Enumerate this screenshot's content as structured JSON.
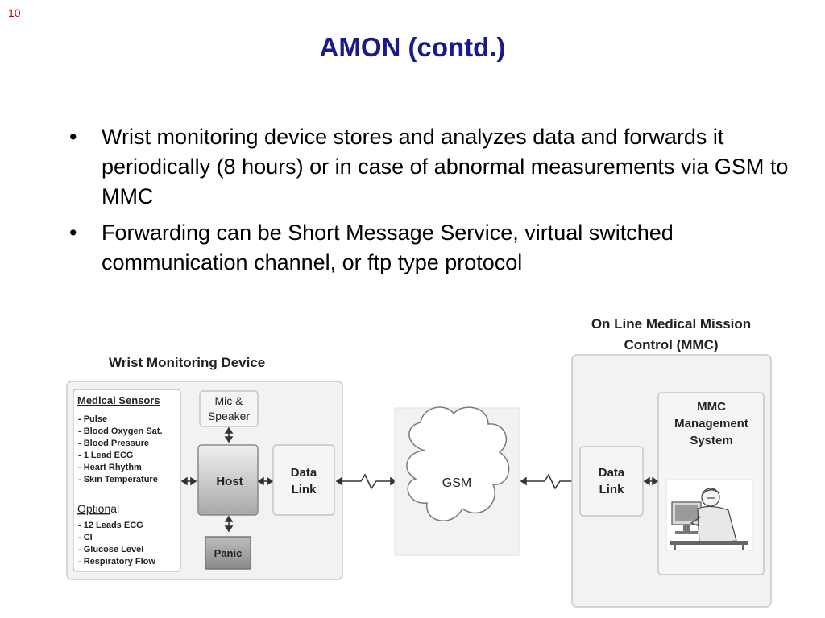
{
  "slide_number": "10",
  "title": "AMON (contd.)",
  "bullets": [
    "Wrist monitoring device stores and analyzes data and forwards it periodically (8 hours) or in case of abnormal measurements via GSM to MMC",
    "Forwarding can be Short Message Service, virtual switched communication channel, or ftp type protocol"
  ],
  "bullet_symbol": "•",
  "diagram": {
    "wmd_title": "Wrist Monitoring Device",
    "sensors_heading": "Medical Sensors",
    "sensors": [
      "- Pulse",
      "- Blood Oxygen Sat.",
      "- Blood Pressure",
      "- 1 Lead ECG",
      "- Heart Rhythm",
      "- Skin Temperature"
    ],
    "optional_heading_underlined": "Option",
    "optional_heading_rest": "al",
    "optional": [
      "- 12 Leads ECG",
      "- CI",
      "- Glucose Level",
      "- Respiratory Flow"
    ],
    "mic_line1": "Mic &",
    "mic_line2": "Speaker",
    "host": "Host",
    "panic": "Panic",
    "data_link_line1": "Data",
    "data_link_line2": "Link",
    "gsm": "GSM",
    "mmc_title_line1": "On Line Medical Mission",
    "mmc_title_line2": "Control (MMC)",
    "mmc_data_link_line1": "Data",
    "mmc_data_link_line2": "Link",
    "mms_line1": "MMC",
    "mms_line2": "Management",
    "mms_line3": "System"
  }
}
